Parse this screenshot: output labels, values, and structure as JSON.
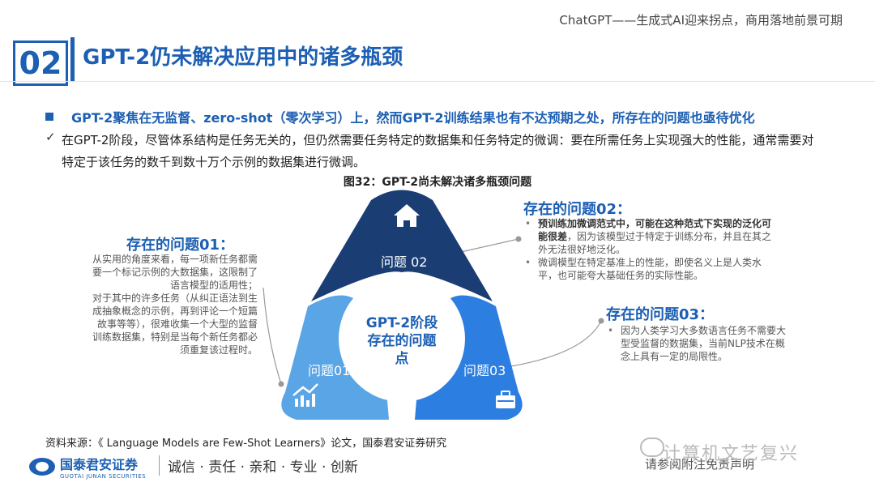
{
  "header": {
    "top_title": "ChatGPT——生成式AI迎来拐点，商用落地前景可期",
    "section_number": "02",
    "title": "GPT-2仍未解决应用中的诸多瓶颈"
  },
  "content": {
    "bullet": "GPT-2聚焦在无监督、zero-shot（零次学习）上，然而GPT-2训练结果也有不达预期之处，所存在的问题也亟待优化",
    "check_mark": "✓",
    "paragraph": "在GPT-2阶段，尽管体系结构是任务无关的，但仍然需要任务特定的数据集和任务特定的微调：要在所需任务上实现强大的性能，通常需要对特定于该任务的数千到数十万个示例的数据集进行微调。"
  },
  "figure": {
    "caption": "图32：GPT-2尚未解决诸多瓶颈问题",
    "center_label": "GPT-2阶段存在的问题点",
    "segments": [
      {
        "label": "问题 02",
        "icon": "home-icon",
        "color": "#1a3d73"
      },
      {
        "label": "问题01",
        "icon": "chart-trend-icon",
        "color": "#5aa5e6"
      },
      {
        "label": "问题03",
        "icon": "briefcase-icon",
        "color": "#2c7ee0"
      }
    ]
  },
  "problems": {
    "p01": {
      "title": "存在的问题01：",
      "lines": [
        "从实用的角度来看，每一项新任务都需",
        "要一个标记示例的大数据集，这限制了",
        "语言模型的适用性；",
        "对于其中的许多任务（从纠正语法到生",
        "成抽象概念的示例，再到评论一个短篇",
        "故事等等），很难收集一个大型的监督",
        "训练数据集，特别是当每个新任务都必",
        "须重复该过程时。"
      ]
    },
    "p02": {
      "title": "存在的问题02：",
      "item1_bold": "预训练加微调范式中，可能在这种范式下实现的泛化可能很差",
      "item1_rest": "，因为该模型过于特定于训练分布，并且在其之外无法很好地泛化。",
      "item2": "微调模型在特定基准上的性能，即使名义上是人类水平，也可能夸大基础任务的实际性能。"
    },
    "p03": {
      "title": "存在的问题03：",
      "item1": "因为人类学习大多数语言任务不需要大型受监督的数据集，当前NLP技术在概念上具有一定的局限性。"
    }
  },
  "footer": {
    "source": "资料来源：《 Language Models are Few-Shot Learners》论文，国泰君安证券研究",
    "logo_cn": "国泰君安证券",
    "logo_en": "GUOTAI JUNAN SECURITIES",
    "motto": "诚信 · 责任 · 亲和 · 专业 · 创新",
    "disclaimer": "请参阅附注免责声明",
    "watermark": "计算机文艺复兴"
  }
}
